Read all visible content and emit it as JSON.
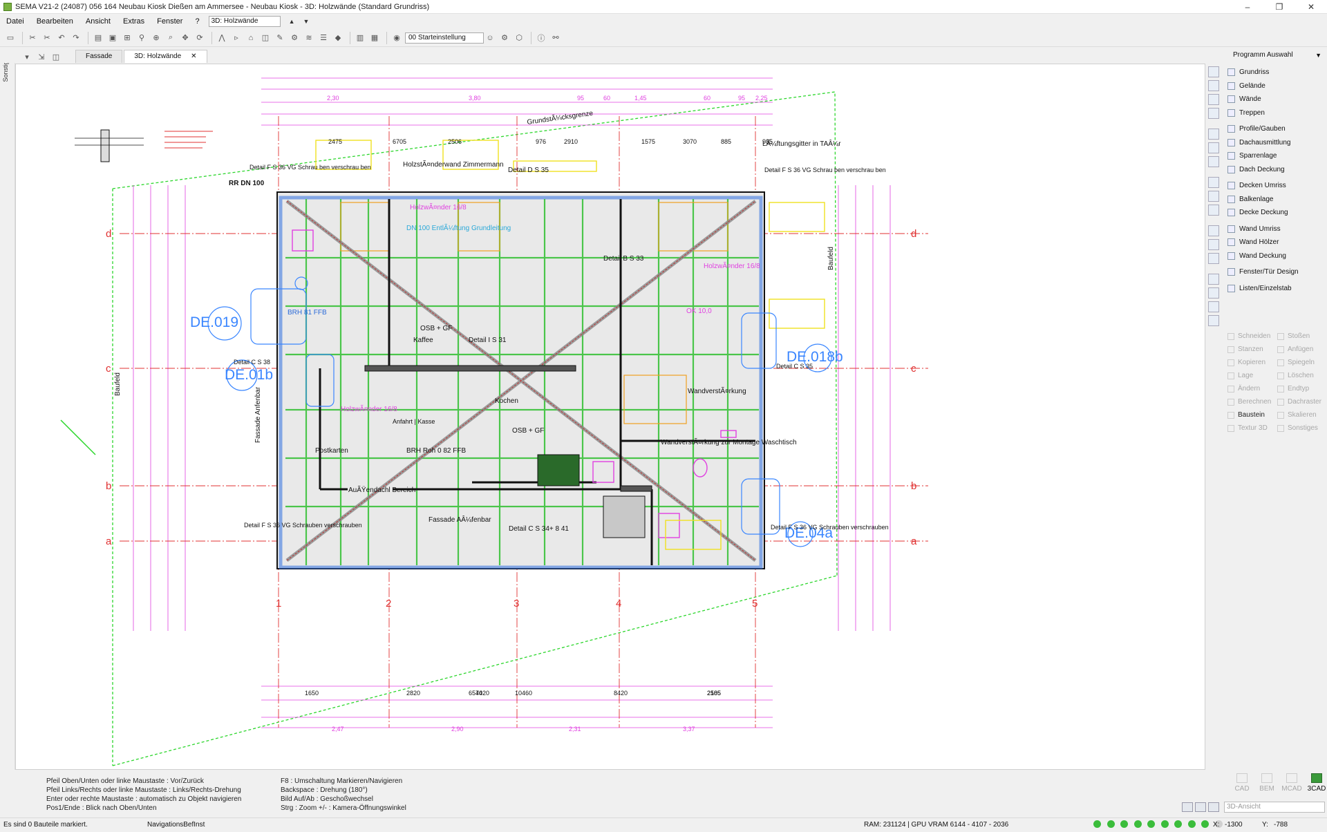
{
  "window": {
    "title": "SEMA V21-2 (24087) 056 164 Neubau Kiosk  Dießen am Ammersee - Neubau Kiosk  - 3D: Holzwände (Standard Grundriss)",
    "controls": [
      "‒",
      "❐",
      "✕"
    ]
  },
  "menu": {
    "items": [
      "Datei",
      "Bearbeiten",
      "Ansicht",
      "Extras",
      "Fenster",
      "?"
    ],
    "view_select": "3D: Holzwände"
  },
  "toolbar": {
    "preset_select": "00 Starteinstellung"
  },
  "tabs": [
    {
      "label": "Fassade",
      "active": false
    },
    {
      "label": "3D: Holzwände",
      "active": true,
      "close": "✕"
    }
  ],
  "left_tab": "Sonstiges",
  "program_panel": {
    "header": "Programm Auswahl",
    "groups": [
      [
        "Grundriss",
        "Gelände",
        "Wände",
        "Treppen"
      ],
      [
        "Profile/Gauben",
        "Dachausmittlung",
        "Sparrenlage",
        "Dach Deckung"
      ],
      [
        "Decken Umriss",
        "Balkenlage",
        "Decke Deckung"
      ],
      [
        "Wand Umriss",
        "Wand Hölzer",
        "Wand Deckung"
      ],
      [
        "Fenster/Tür Design"
      ],
      [
        "Listen/Einzelstab"
      ]
    ],
    "tools": [
      {
        "label": "Schneiden",
        "enabled": false
      },
      {
        "label": "Stoßen",
        "enabled": false
      },
      {
        "label": "Stanzen",
        "enabled": false
      },
      {
        "label": "Anfügen",
        "enabled": false
      },
      {
        "label": "Kopieren",
        "enabled": false
      },
      {
        "label": "Spiegeln",
        "enabled": false
      },
      {
        "label": "Lage",
        "enabled": false
      },
      {
        "label": "Löschen",
        "enabled": false
      },
      {
        "label": "Ändern",
        "enabled": false
      },
      {
        "label": "Endtyp",
        "enabled": false
      },
      {
        "label": "Berechnen",
        "enabled": false
      },
      {
        "label": "Dachraster",
        "enabled": false
      },
      {
        "label": "Baustein",
        "enabled": true
      },
      {
        "label": "Skalieren",
        "enabled": false
      },
      {
        "label": "Textur 3D",
        "enabled": false
      },
      {
        "label": "Sonstiges",
        "enabled": false
      }
    ],
    "modes": [
      {
        "label": "CAD",
        "active": false
      },
      {
        "label": "BEM",
        "active": false
      },
      {
        "label": "MCAD",
        "active": false
      },
      {
        "label": "3CAD",
        "active": true
      }
    ],
    "view_combo": "3D-Ansicht"
  },
  "help": {
    "col1": [
      "Pfeil Oben/Unten oder linke Maustaste : Vor/Zurück",
      "Pfeil Links/Rechts oder linke Maustaste : Links/Rechts-Drehung",
      "Enter oder rechte Maustaste : automatisch zu Objekt navigieren",
      "Pos1/Ende : Blick nach Oben/Unten"
    ],
    "col2": [
      "F8 : Umschaltung Markieren/Navigieren",
      "Backspace : Drehung (180°)",
      "Bild Auf/Ab : Geschoßwechsel",
      "Strg : Zoom  +/-  :  Kamera-Öffnungswinkel"
    ]
  },
  "status": {
    "left": "Es sind 0 Bauteile markiert.",
    "mode": "NavigationsBefInst",
    "ram": "RAM: 231124 | GPU VRAM 6144 - 4107 - 2036",
    "x_label": "X:",
    "x_value": "-1300",
    "y_label": "Y:",
    "y_value": "-788"
  },
  "drawing": {
    "axes_letters": [
      "d",
      "c",
      "b",
      "a"
    ],
    "axes_numbers": [
      "1",
      "2",
      "3",
      "4",
      "5"
    ],
    "labels": {
      "grenze": "GrundstÃ¼cksgrenze",
      "dn100": "RR DN 100",
      "dn100_bl": "DN 100 EntlÃ¼ftung Grundleitung",
      "de019": "DE.019",
      "de01b": "DE.01b",
      "de018b": "DE.018b",
      "de04a": "DE.04a",
      "brh81": "BRH 81 FFB",
      "brh82": "BRH Roh 0 82 FFB",
      "osb_gf": "OSB + GF",
      "osb_gf2": "OSB + GF",
      "kaffee": "Kaffee",
      "kochen": "Kochen",
      "postkarten": "Postkarten",
      "aussendach": "AuÃŸendachl Bereich",
      "fassade_s": "Fassade AÂ¼fenbar",
      "fassade_w": "Fassade Anfenbar",
      "baufeld_l": "Baufeld",
      "baufeld_r": "Baufeld",
      "wandverst": "WandverstÃ¤rkung",
      "wandverst2": "WandverstÃ¤rkung zur Montage Waschtisch",
      "holzwaender1": "HolzwÃ¤nder 16/8",
      "holzwaender2": "HolzwÃ¤nder 16/8",
      "holzwaender3": "HolzwÃ¤nder 16/8",
      "ok10": "OK 10,0",
      "detail_ds35": "Detail D S 35",
      "detail_bs33": "Detail B S 33",
      "detail_is31": "Detail I S 31",
      "detail_cs": "Detail C S 34+ 8 41",
      "detail_fs36a": "Detail F S 36 VG Schrauben verschrauben",
      "detail_fs36b": "Detail F S 36 VG Schrau ben verschrau ben",
      "detail_fs36c": "Detail F S 36 VG Schrau ben verschrau ben",
      "detail_fs36d": "Detail F S 36 VG Schrauben verschrauben",
      "detail_cs38": "Detail C S 38",
      "detail_cs35": "Detail C S 35",
      "entlueftung": "LÃ¼ftungsgitter in TAÂ¼r",
      "zimmermann": "HolzstÃ¤nderwand Zimmermann",
      "anbau": "Anfahrt | Kasse",
      "dim_top": [
        "2,30",
        "3,80",
        "95",
        "60",
        "1,45",
        "60",
        "95",
        "2,25"
      ],
      "dim_top2": [
        "6705",
        "2475",
        "2506",
        "976",
        "2910",
        "1575",
        "3070",
        "885",
        "985"
      ],
      "dim_bot": [
        "1650",
        "2820",
        "6540",
        "8420",
        "2105",
        "10460",
        "7420",
        "2585"
      ],
      "dim_total": [
        "2,47",
        "2,90",
        "2,31",
        "3,37"
      ]
    }
  }
}
